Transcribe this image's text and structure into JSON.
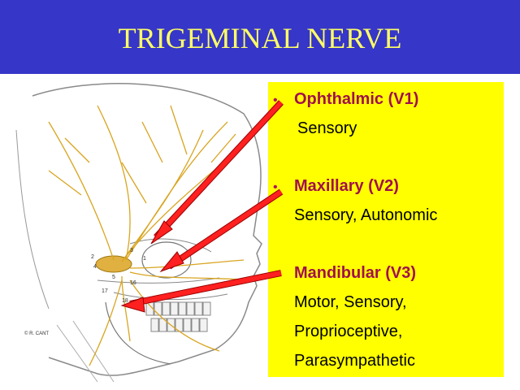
{
  "slide": {
    "title": "TRIGEMINAL NERVE"
  },
  "branches": [
    {
      "bullet": "•",
      "name": "Ophthalmic  (V1)",
      "lines": [
        "Sensory"
      ]
    },
    {
      "bullet": "•",
      "name": "Maxillary  (V2)",
      "lines": [
        "Sensory, Autonomic"
      ]
    },
    {
      "bullet": "•",
      "name": "Mandibular (V3)",
      "lines": [
        "Motor, Sensory,",
        "Proprioceptive,",
        "Parasympathetic"
      ]
    }
  ],
  "colors": {
    "title_bar": "#3636c8",
    "title_text": "#ffff66",
    "box": "#ffff00",
    "heading_text": "#a0104c",
    "arrow": "#ff2020",
    "nerve": "#d9a520"
  }
}
